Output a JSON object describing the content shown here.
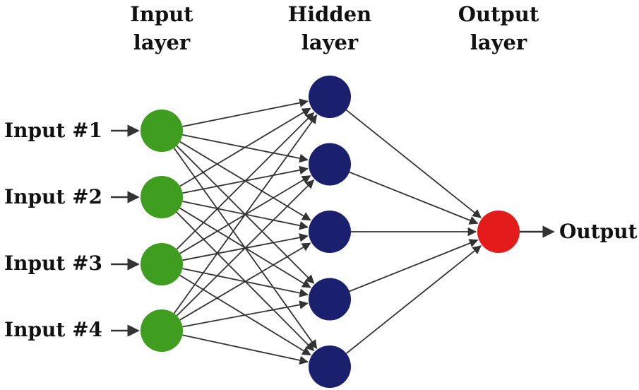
{
  "layers": {
    "input": {
      "title_line1": "Input",
      "title_line2": "layer",
      "node_color": "#3f9d1f",
      "nodes": [
        {
          "label": "Input #1"
        },
        {
          "label": "Input #2"
        },
        {
          "label": "Input #3"
        },
        {
          "label": "Input #4"
        }
      ]
    },
    "hidden": {
      "title_line1": "Hidden",
      "title_line2": "layer",
      "node_color": "#1a1f6e",
      "node_count": 5
    },
    "output": {
      "title_line1": "Output",
      "title_line2": "layer",
      "node_color": "#e31b1b",
      "label": "Output"
    }
  },
  "edge_color": "#333333",
  "connectivity": "fully-connected"
}
